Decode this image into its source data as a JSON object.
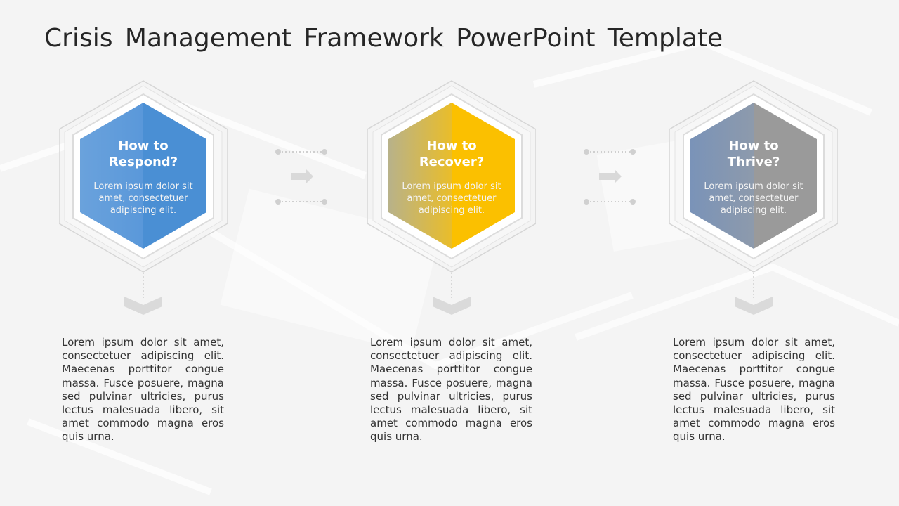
{
  "title": "Crisis Management Framework PowerPoint Template",
  "steps": [
    {
      "title_line1": "How to",
      "title_line2": "Respond?",
      "subtitle": "Lorem ipsum dolor sit amet, consectetuer adipiscing elit.",
      "description": "Lorem ipsum dolor sit amet, consectetuer adipiscing elit. Maecenas porttitor congue massa. Fusce posuere, magna sed pulvinar ultricies, purus lectus malesuada libero, sit amet commodo magna eros quis urna.",
      "color": "#4a8fd4"
    },
    {
      "title_line1": "How to",
      "title_line2": "Recover?",
      "subtitle": "Lorem ipsum dolor sit amet, consectetuer adipiscing elit.",
      "description": "Lorem ipsum dolor sit amet, consectetuer adipiscing elit. Maecenas porttitor congue massa. Fusce posuere, magna sed pulvinar ultricies, purus lectus malesuada libero, sit amet commodo magna eros quis urna.",
      "color": "#fbc000"
    },
    {
      "title_line1": "How to",
      "title_line2": "Thrive?",
      "subtitle": "Lorem ipsum dolor sit amet, consectetuer adipiscing elit.",
      "description": "Lorem ipsum dolor sit amet, consectetuer adipiscing elit. Maecenas porttitor congue massa. Fusce posuere, magna sed pulvinar ultricies, purus lectus malesuada libero, sit amet commodo magna eros quis urna.",
      "color": "#9a9a9a"
    }
  ],
  "colors": {
    "background": "#f4f4f4",
    "title": "#262626",
    "connector": "#d0d0d0"
  }
}
